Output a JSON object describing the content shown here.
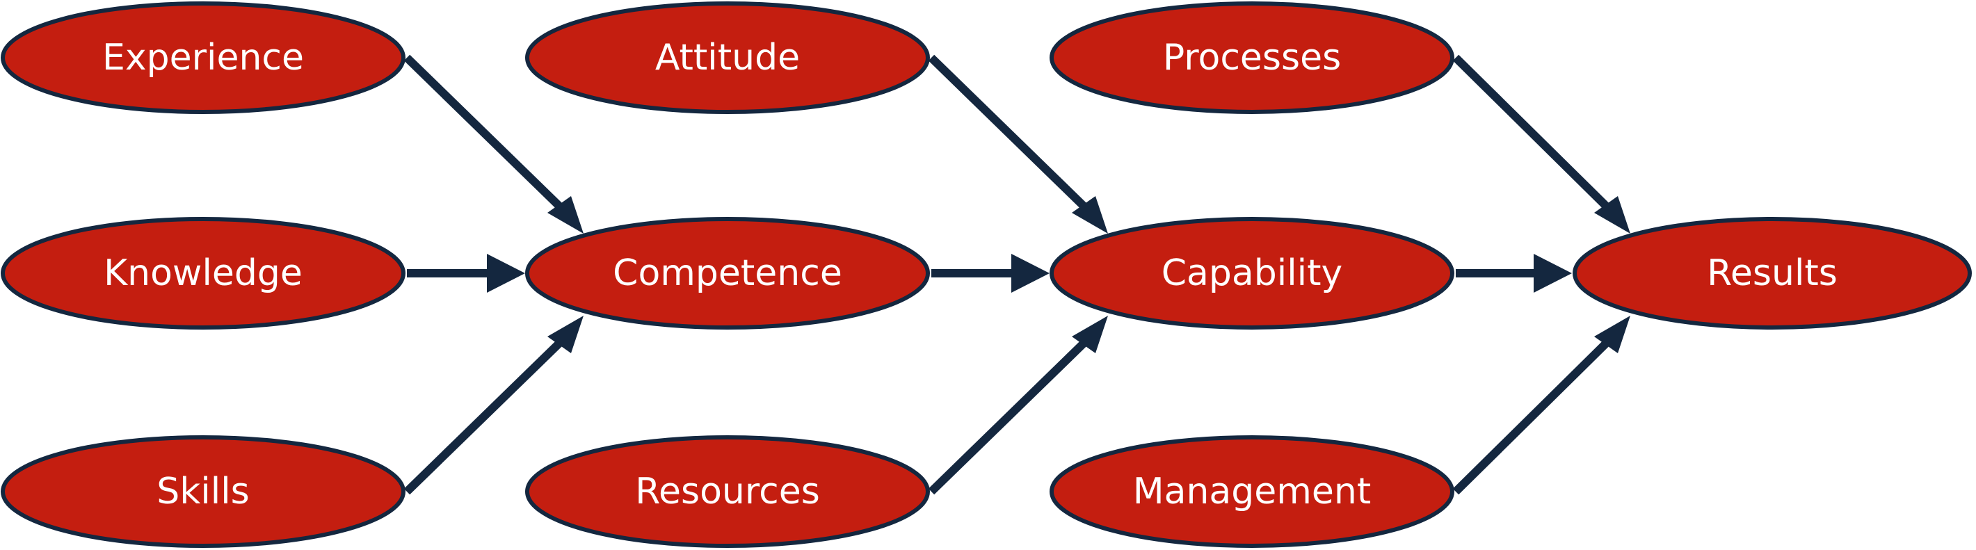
{
  "colors": {
    "node_fill": "#c41e10",
    "node_stroke": "#14273f",
    "arrow": "#14273f",
    "label": "#ffffff",
    "background": "#ffffff"
  },
  "nodes": {
    "experience": "Experience",
    "knowledge": "Knowledge",
    "skills": "Skills",
    "attitude": "Attitude",
    "competence": "Competence",
    "resources": "Resources",
    "processes": "Processes",
    "capability": "Capability",
    "management": "Management",
    "results": "Results"
  },
  "edges": [
    {
      "from": "experience",
      "to": "competence"
    },
    {
      "from": "knowledge",
      "to": "competence"
    },
    {
      "from": "skills",
      "to": "competence"
    },
    {
      "from": "attitude",
      "to": "capability"
    },
    {
      "from": "competence",
      "to": "capability"
    },
    {
      "from": "resources",
      "to": "capability"
    },
    {
      "from": "processes",
      "to": "results"
    },
    {
      "from": "capability",
      "to": "results"
    },
    {
      "from": "management",
      "to": "results"
    }
  ]
}
